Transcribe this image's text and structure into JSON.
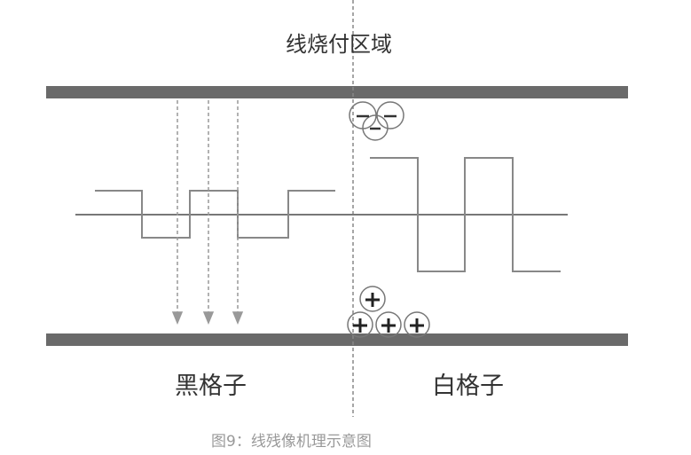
{
  "labels": {
    "top": "线烧付区域",
    "left": "黑格子",
    "right": "白格子"
  },
  "caption": "图9：线残像机理示意图",
  "colors": {
    "bar": "#6a6a6a",
    "line": "#777777",
    "caption": "#999999"
  },
  "charges": {
    "top": "negative",
    "bottom": "positive"
  }
}
